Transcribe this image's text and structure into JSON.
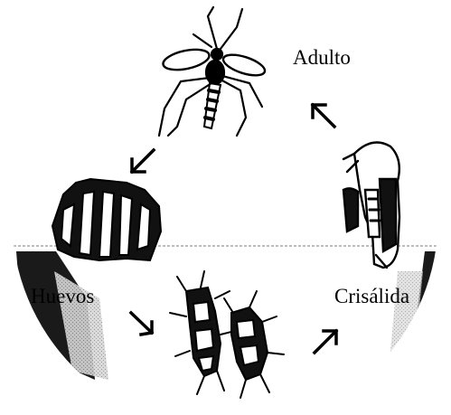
{
  "labels": {
    "adult": "Adulto",
    "eggs": "Huevos",
    "pupa": "Crisálida"
  },
  "colors": {
    "ink": "#000000",
    "water_shade": "#bdbdbd",
    "background": "#ffffff"
  },
  "icons": [
    "mosquito-adult-icon",
    "egg-raft-icon",
    "larvae-icon",
    "pupa-icon",
    "cycle-arrow-icon"
  ]
}
